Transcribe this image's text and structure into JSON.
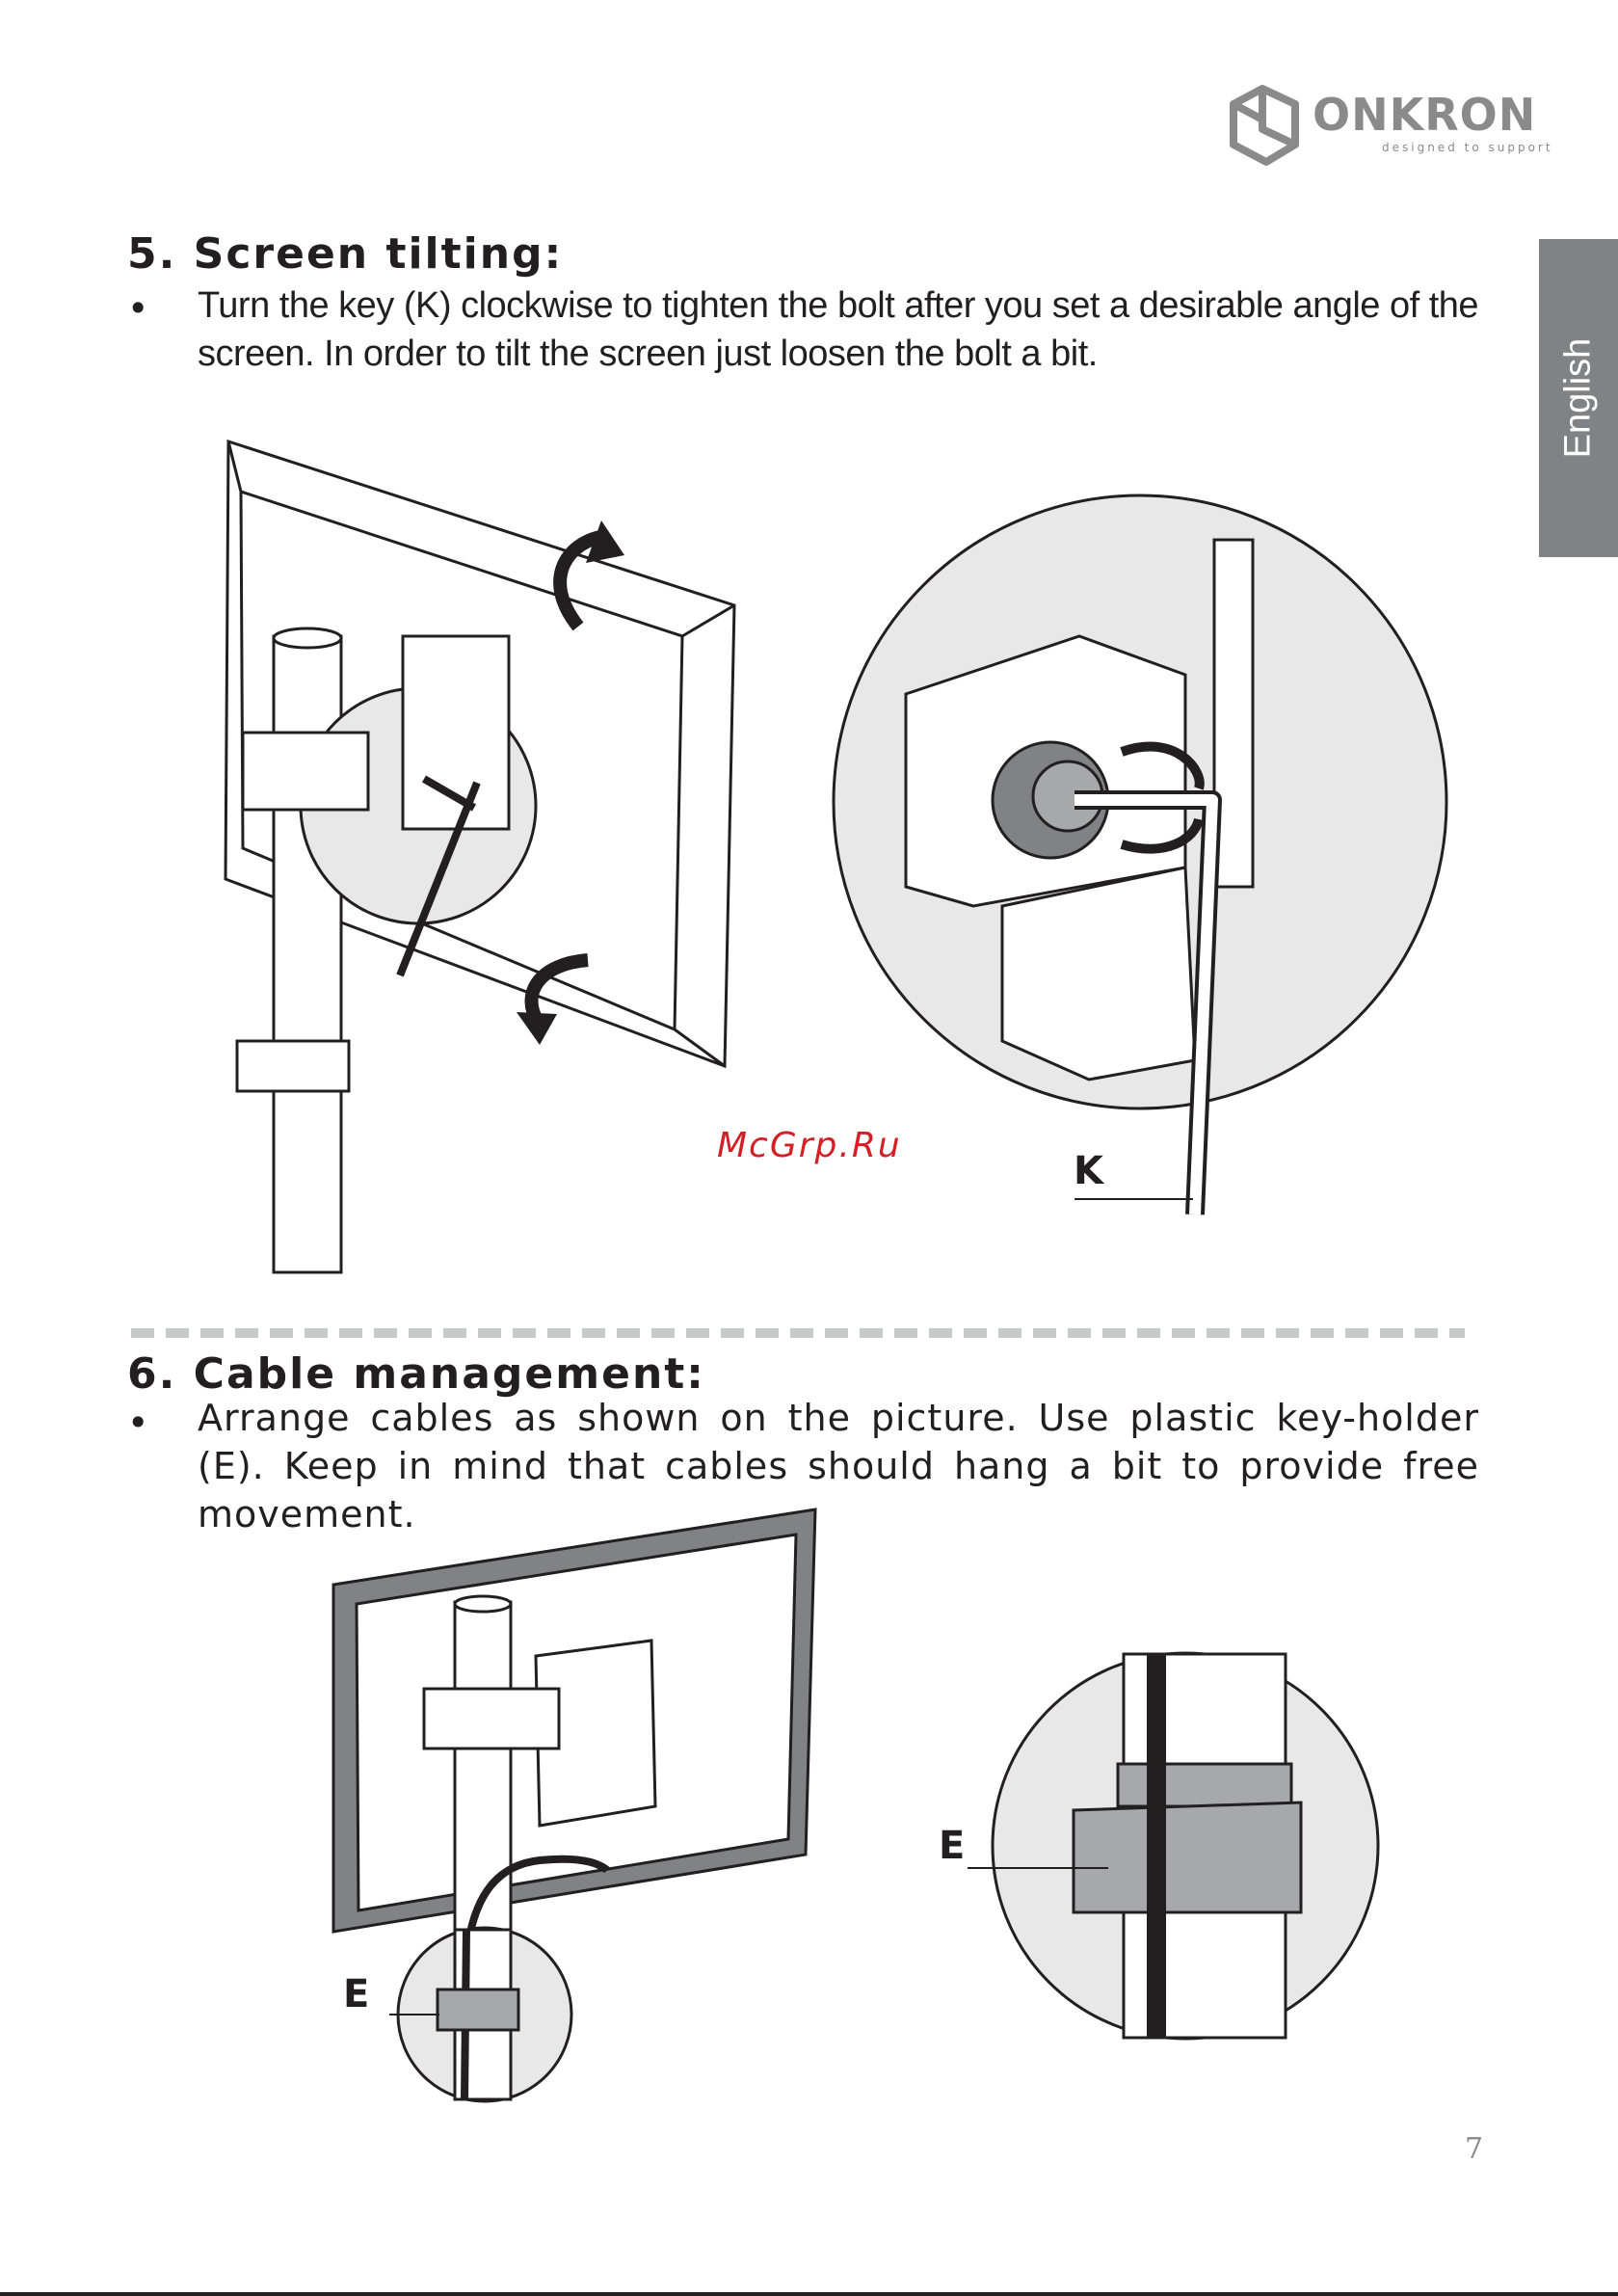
{
  "header": {
    "brand": "ONKRON",
    "tagline": "designed to support",
    "language_tab": "English"
  },
  "section5": {
    "heading": "5. Screen tilting:",
    "bullet": "•",
    "text": "Turn the key (K) clockwise to tighten the bolt after you set a desirable angle of the screen. In order to tilt the screen just loosen the bolt a bit.",
    "callout": "K"
  },
  "watermark": "McGrp.Ru",
  "section6": {
    "heading": "6. Cable management:",
    "bullet": "•",
    "text": "Arrange cables as shown on the picture. Use plastic key-holder (E). Keep in mind that cables should hang a bit to provide free movement.",
    "callout_left": "E",
    "callout_right": "E"
  },
  "footer": {
    "page_number": "7"
  },
  "colors": {
    "grey_tab": "#808285",
    "watermark": "#d32027",
    "text": "#231f20",
    "figure_fill": "#e8e8e8"
  }
}
